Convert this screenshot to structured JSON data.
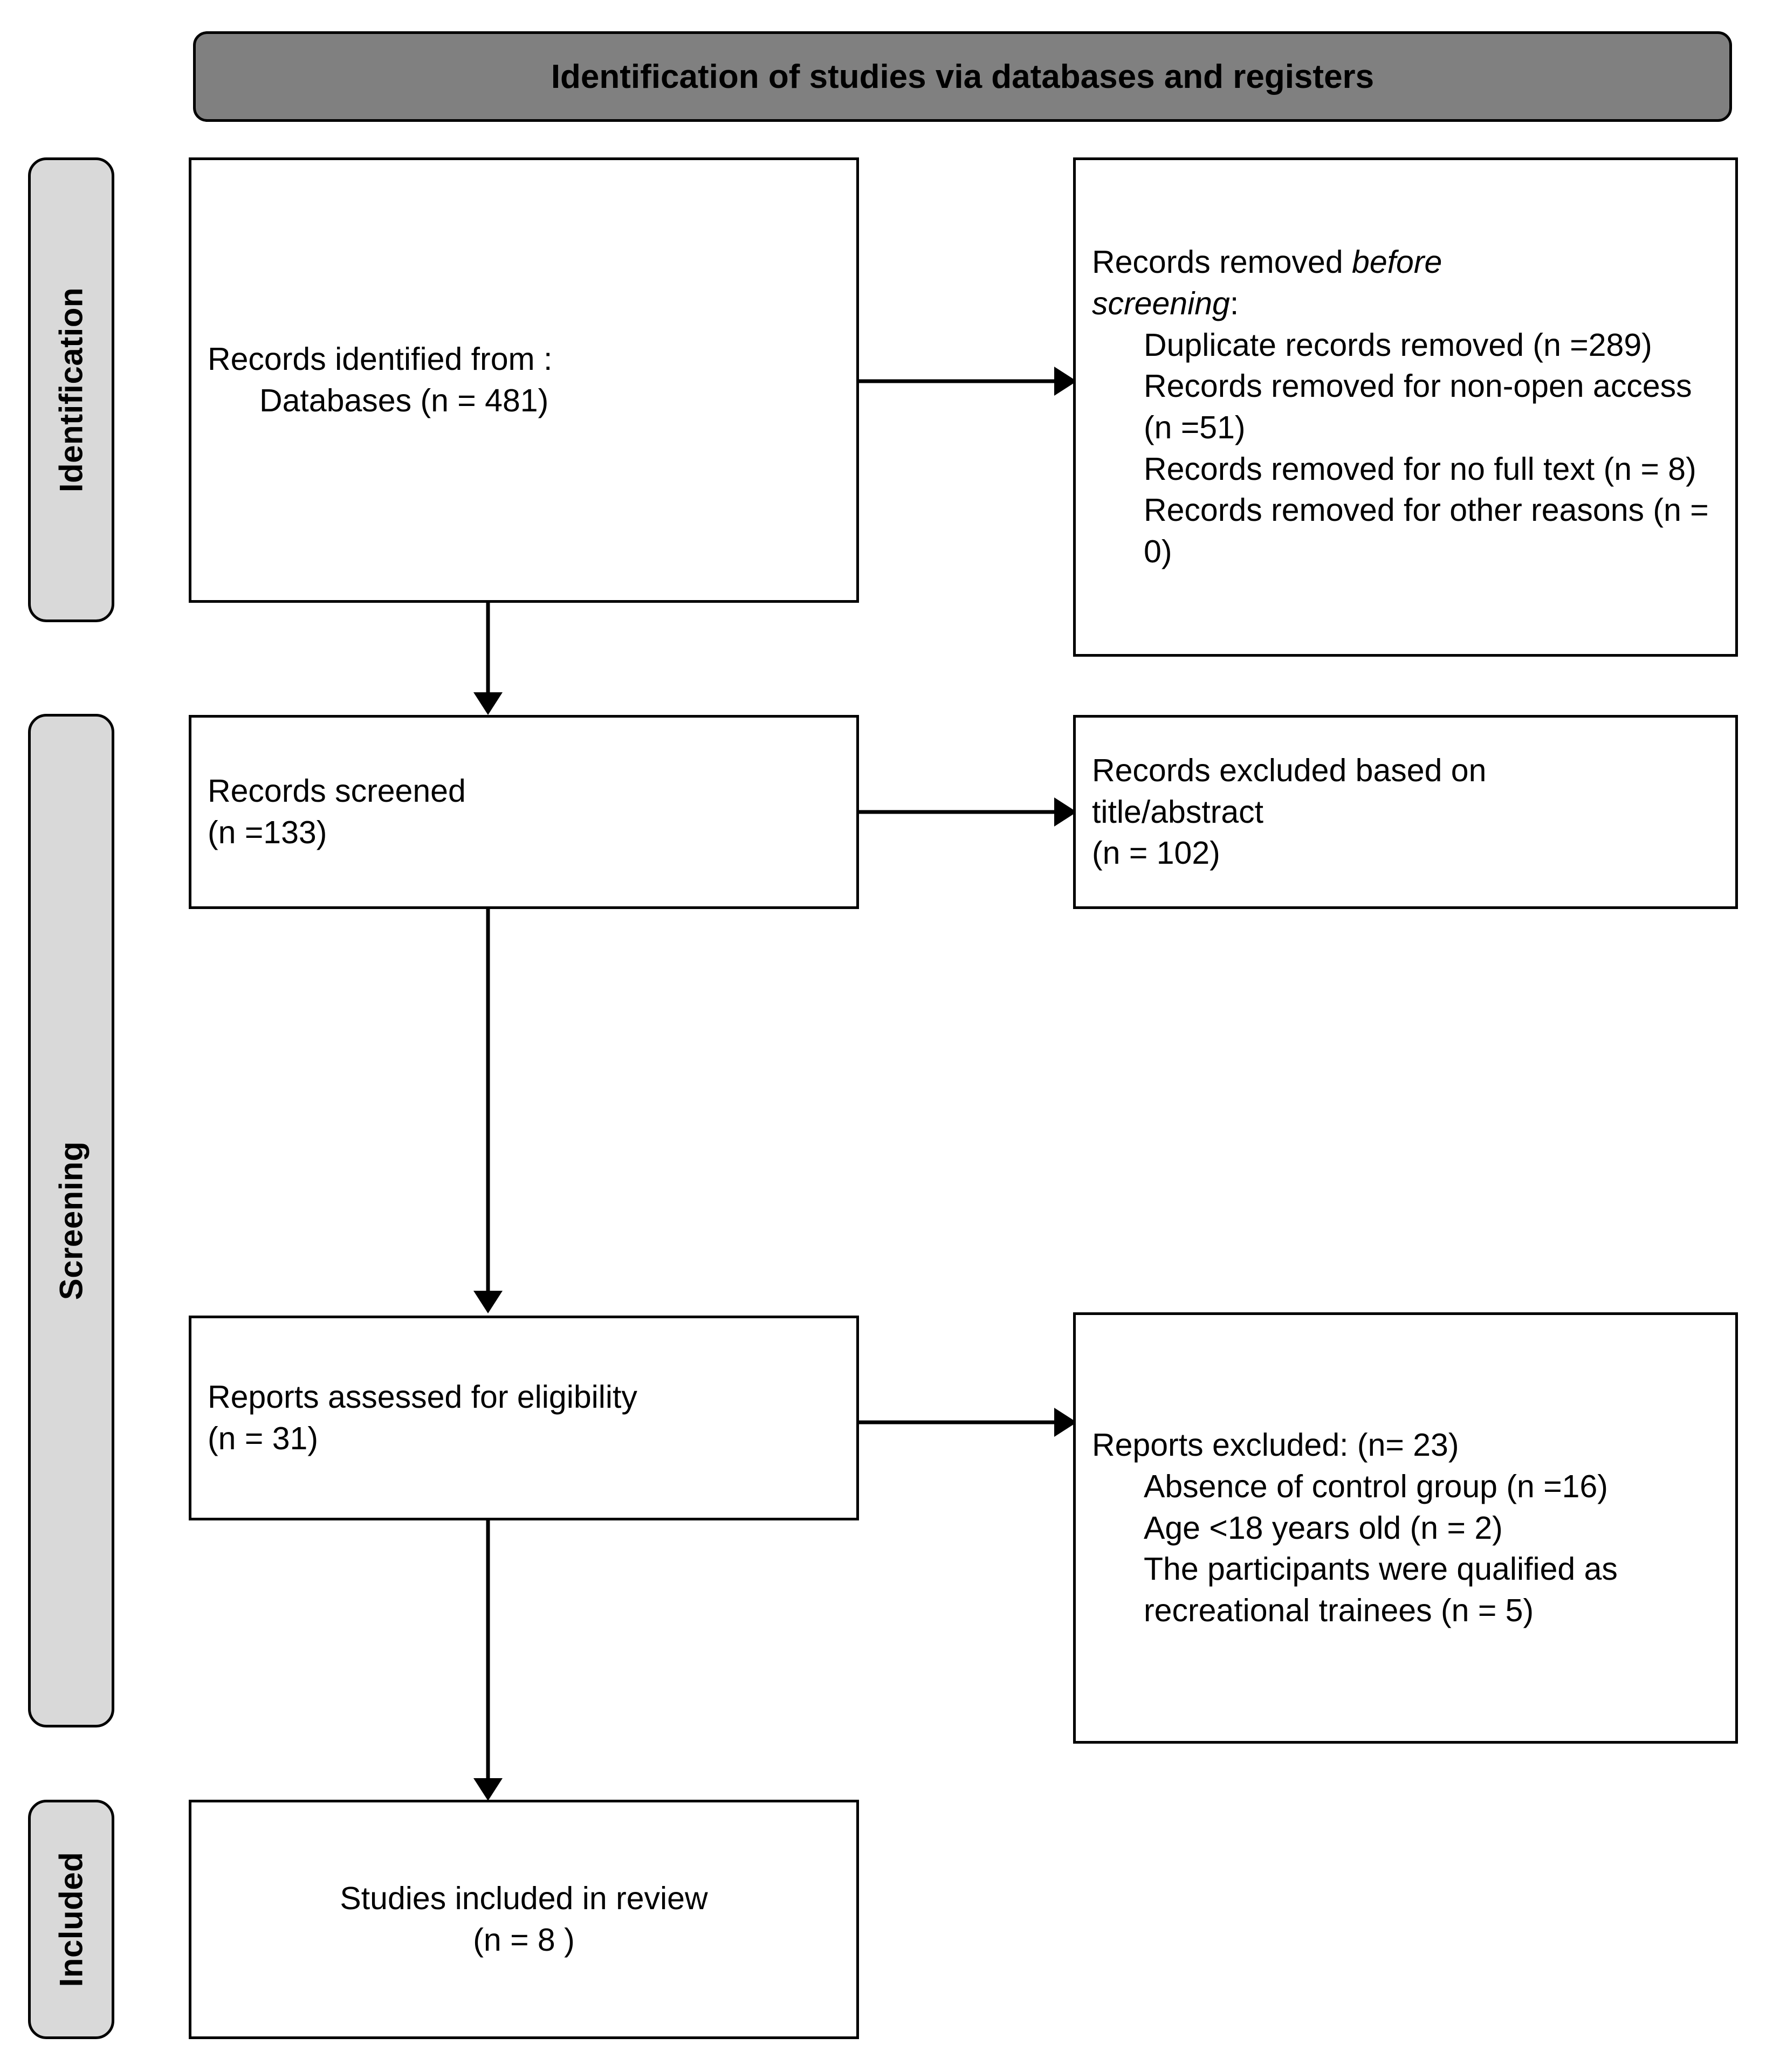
{
  "diagram": {
    "type": "prisma-flow-diagram",
    "header": {
      "title": "Identification of studies via databases and registers"
    },
    "phases": [
      {
        "id": "identification",
        "label": "Identification"
      },
      {
        "id": "screening",
        "label": "Screening"
      },
      {
        "id": "included",
        "label": "Included"
      }
    ],
    "boxes": {
      "records_identified": {
        "line1": "Records identified from :",
        "line2": "Databases (n = 481)"
      },
      "records_removed": {
        "heading_plain": "Records removed ",
        "heading_italic_1": "before",
        "heading_italic_2": "screening",
        "heading_colon": ":",
        "items": [
          "Duplicate records removed (n =289)",
          "Records removed for non-open access (n =51)",
          "Records removed for no full text (n = 8)",
          "Records removed for other reasons (n = 0)"
        ]
      },
      "records_screened": {
        "line1": "Records screened",
        "line2": "(n =133)"
      },
      "records_excluded": {
        "line1": "Records excluded based on",
        "line2": "title/abstract",
        "line3": "(n = 102)"
      },
      "reports_assessed": {
        "line1": "Reports assessed for eligibility",
        "line2": "(n = 31)"
      },
      "reports_excluded": {
        "heading": "Reports excluded: (n= 23)",
        "items": [
          "Absence of control group (n =16)",
          "Age <18 years old (n = 2)",
          "The participants were qualified as recreational trainees (n = 5)"
        ]
      },
      "studies_included": {
        "line1": "Studies included in review",
        "line2": "(n = 8 )"
      }
    },
    "colors": {
      "header_fill": "#808080",
      "phase_fill": "#d9d9d9",
      "stroke": "#000000",
      "box_fill": "#ffffff"
    }
  }
}
